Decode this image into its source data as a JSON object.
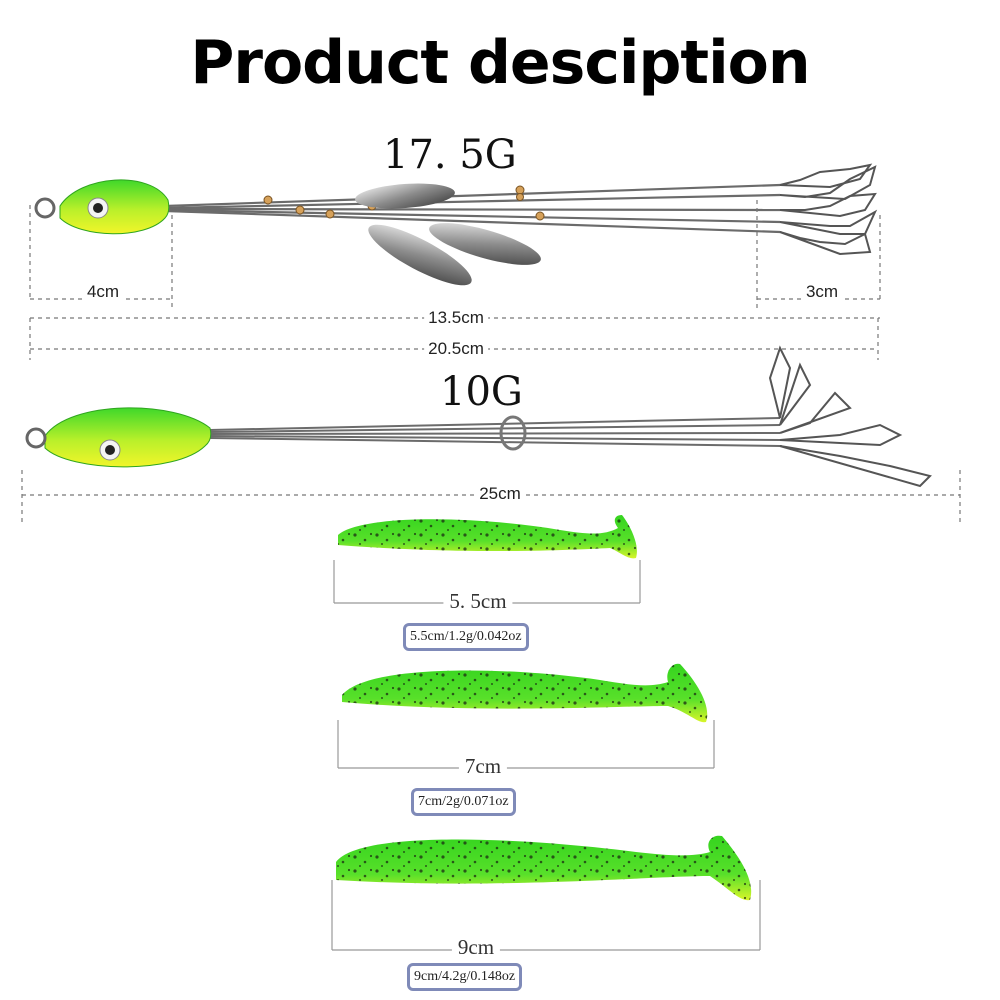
{
  "title": "Product desciption",
  "rigs": [
    {
      "weight": "17. 5G",
      "head_length": "4cm",
      "wire_length": "13.5cm",
      "clip_length": "3cm",
      "total_length": "20.5cm"
    },
    {
      "weight": "10G",
      "total_length": "25cm"
    }
  ],
  "baits": [
    {
      "length_label": "5. 5cm",
      "spec": "5.5cm/1.2g/0.042oz"
    },
    {
      "length_label": "7cm",
      "spec": "7cm/2g/0.071oz"
    },
    {
      "length_label": "9cm",
      "spec": "9cm/4.2g/0.148oz"
    }
  ],
  "colors": {
    "bait_green": "#3fd82a",
    "bait_yellow": "#d8f52a",
    "spec_border": "#7f8ab8"
  }
}
